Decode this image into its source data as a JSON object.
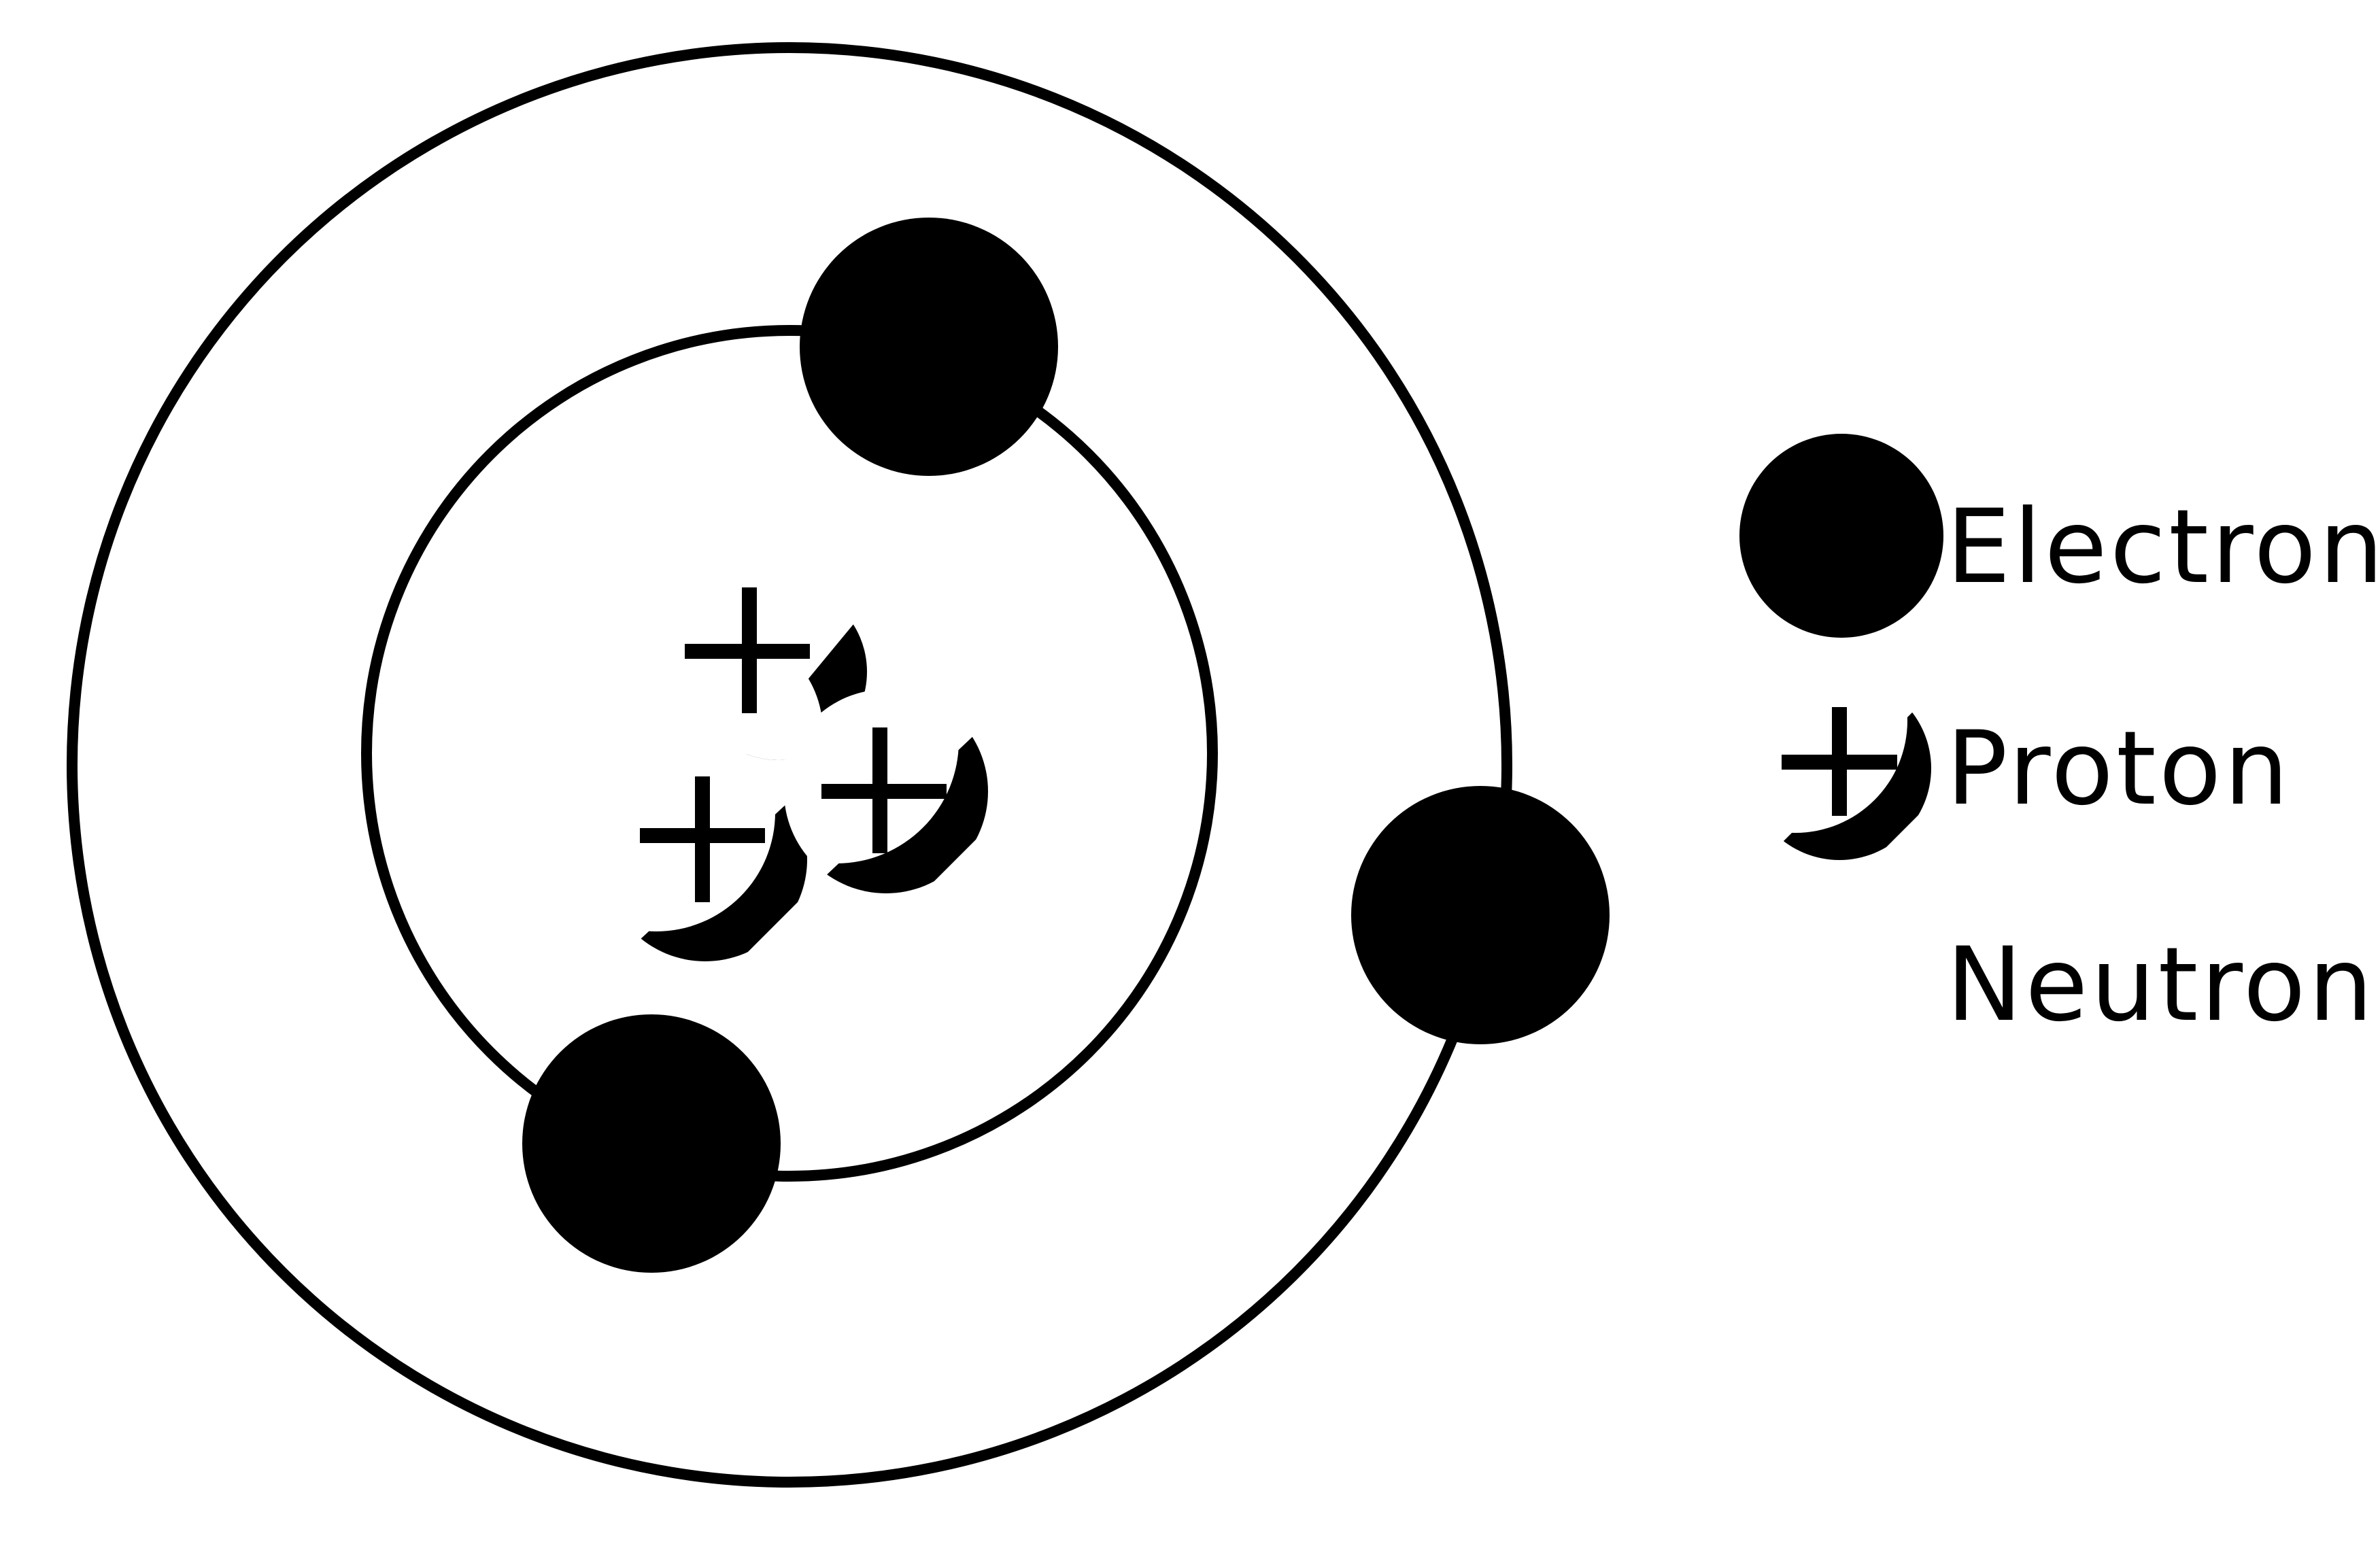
{
  "colors": {
    "stroke": "#000000",
    "electron_fill": "#000000",
    "proton_fill": "#ffffff",
    "background": "#ffffff"
  },
  "legend": {
    "electron_label": "Electron",
    "proton_label": "Proton",
    "neutron_label": "Neutron"
  },
  "icons": {
    "electron": "filled-circle",
    "proton": "plus-sign-sphere",
    "neutron": "none"
  }
}
